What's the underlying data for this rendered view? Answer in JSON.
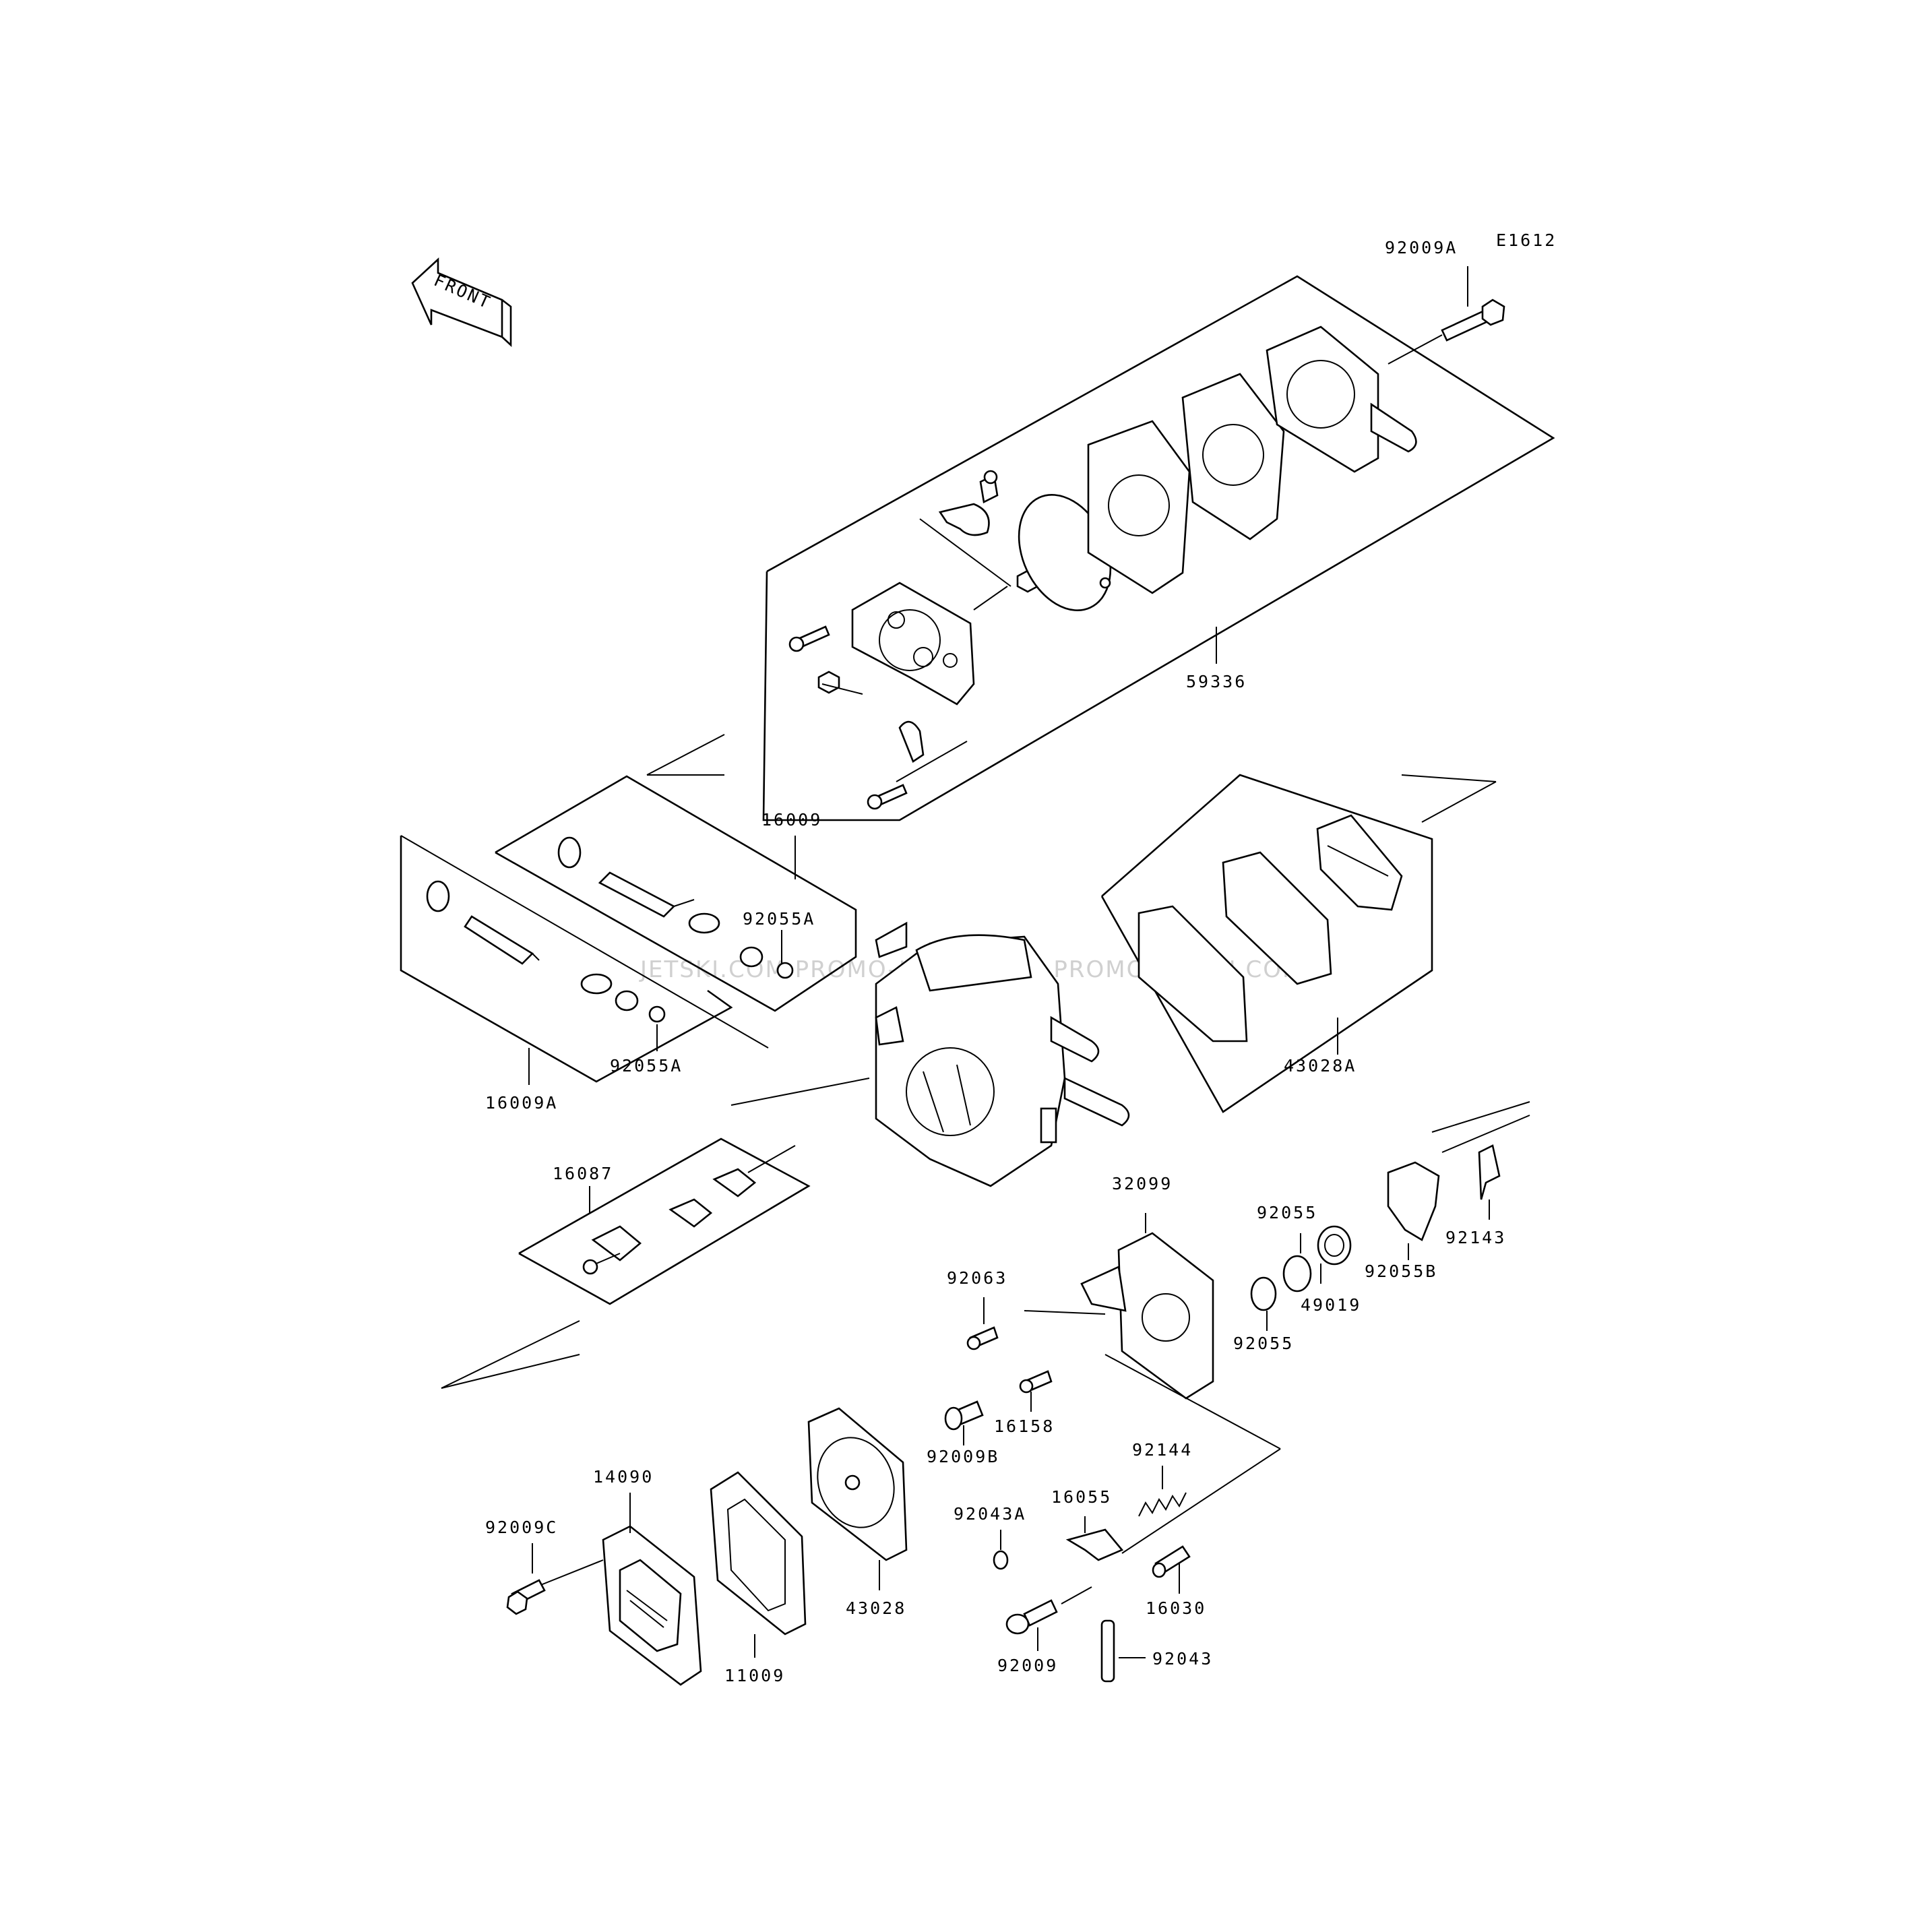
{
  "diagram_code": "E1612",
  "front_label": "FRONT",
  "watermark": "JETSKI.COM PROMO-JETSKI.COM PROMO-JETSKI.COM",
  "callouts": {
    "p92009A": "92009A",
    "p59336": "59336",
    "p16009": "16009",
    "p92055A_upper": "92055A",
    "p92055A_lower": "92055A",
    "p16009A": "16009A",
    "p43028A": "43028A",
    "p16087": "16087",
    "p32099": "32099",
    "p92055_upper": "92055",
    "p92055_lower": "92055",
    "p49019": "49019",
    "p92055B": "92055B",
    "p92143": "92143",
    "p92063": "92063",
    "p16158": "16158",
    "p92009B": "92009B",
    "p92144": "92144",
    "p16055": "16055",
    "p92043A": "92043A",
    "p16030": "16030",
    "p92009": "92009",
    "p92043": "92043",
    "p14090": "14090",
    "p92009C": "92009C",
    "p11009": "11009",
    "p43028": "43028"
  }
}
